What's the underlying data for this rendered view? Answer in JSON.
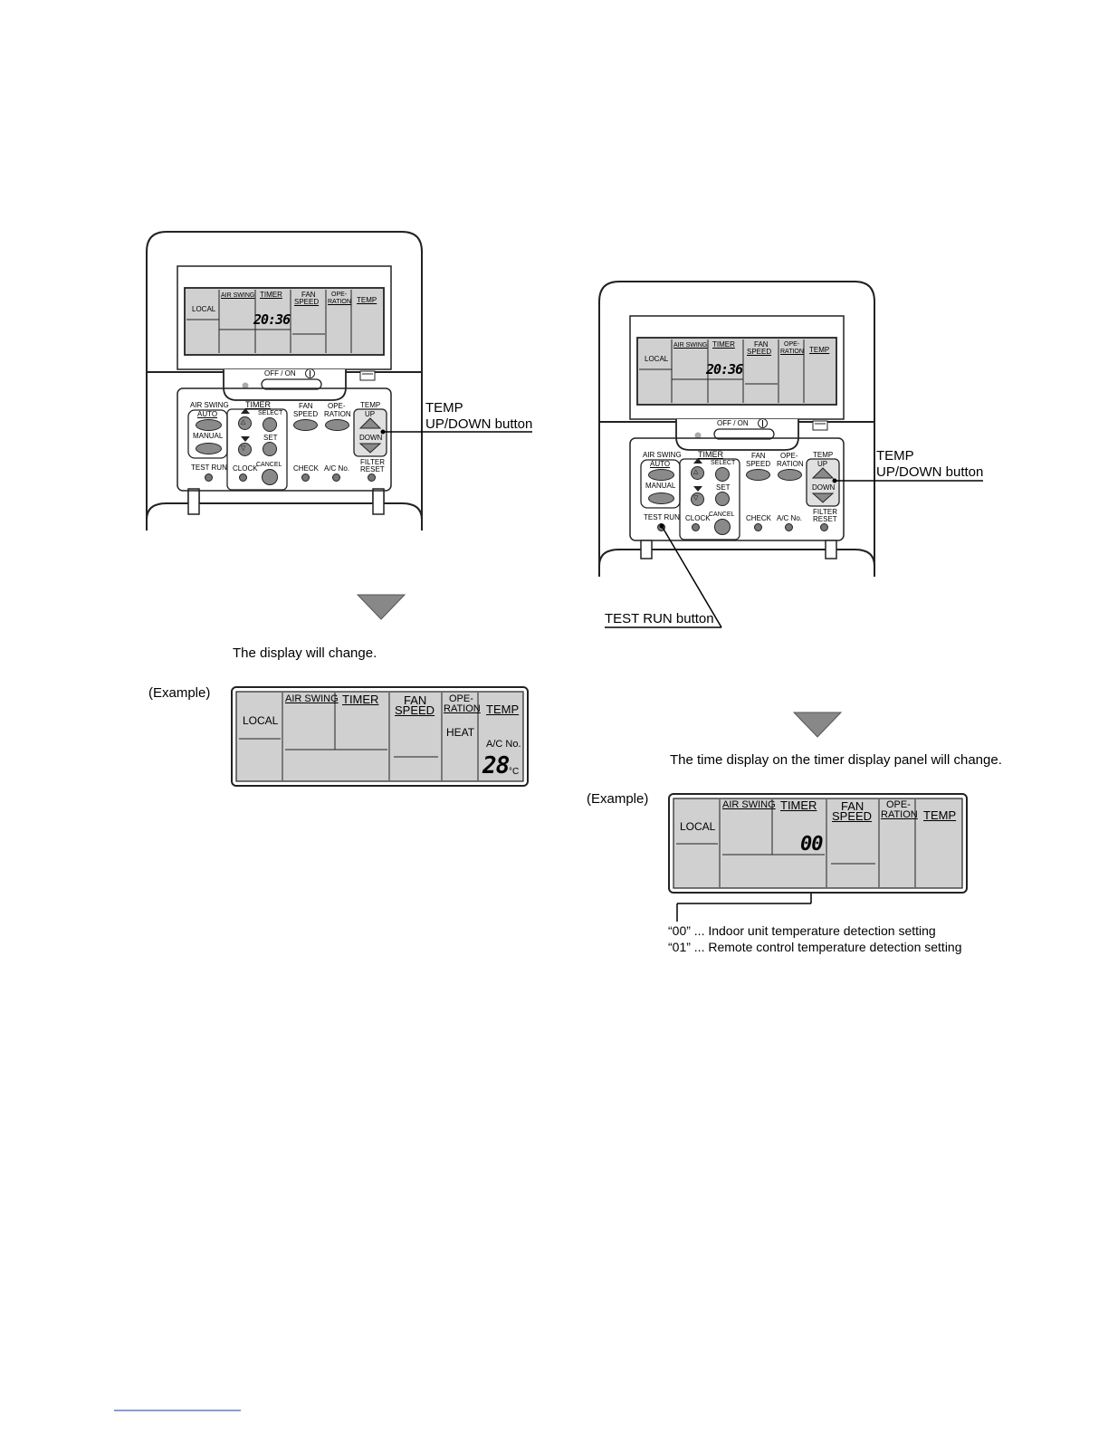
{
  "remote": {
    "lcd": {
      "air_swing": "AIR SWING",
      "timer": "TIMER",
      "fan": "FAN",
      "speed": "SPEED",
      "ope": "OPE-",
      "ration": "RATION",
      "temp": "TEMP",
      "local": "LOCAL",
      "time": "20:36"
    },
    "off_on": "OFF / ON",
    "air_swing": "AIR SWING",
    "auto": "AUTO",
    "manual": "MANUAL",
    "test_run": "TEST RUN",
    "timer": "TIMER",
    "select": "SELECT",
    "set": "SET",
    "clock": "CLOCK",
    "cancel": "CANCEL",
    "fan": "FAN",
    "speed": "SPEED",
    "ope": "OPE-",
    "ration": "RATION",
    "check": "CHECK",
    "ac_no": "A/C No.",
    "temp": "TEMP",
    "up": "UP",
    "down": "DOWN",
    "filter": "FILTER",
    "reset": "RESET"
  },
  "callouts": {
    "temp_line1": "TEMP",
    "temp_line2": "UP/DOWN button",
    "test_run_button": "TEST RUN button"
  },
  "left": {
    "caption": "The display will change.",
    "example": "(Example)",
    "lcd": {
      "air_swing": "AIR SWING",
      "timer": "TIMER",
      "fan": "FAN",
      "speed": "SPEED",
      "ope": "OPE-",
      "ration": "RATION",
      "temp": "TEMP",
      "local": "LOCAL",
      "heat": "HEAT",
      "ac_no": "A/C No.",
      "value": "28",
      "unit": "°C"
    }
  },
  "right": {
    "caption": "The time display on the timer display panel will change.",
    "example": "(Example)",
    "lcd": {
      "air_swing": "AIR SWING",
      "timer": "TIMER",
      "fan": "FAN",
      "speed": "SPEED",
      "ope": "OPE-",
      "ration": "RATION",
      "temp": "TEMP",
      "local": "LOCAL",
      "value": "00"
    },
    "notes": [
      "“00” ... Indoor unit temperature detection setting",
      "“01” ... Remote control temperature detection setting"
    ]
  },
  "colors": {
    "arrow": "#888888",
    "button": "#8a8a8a",
    "link_line": "#1a3aa0"
  }
}
